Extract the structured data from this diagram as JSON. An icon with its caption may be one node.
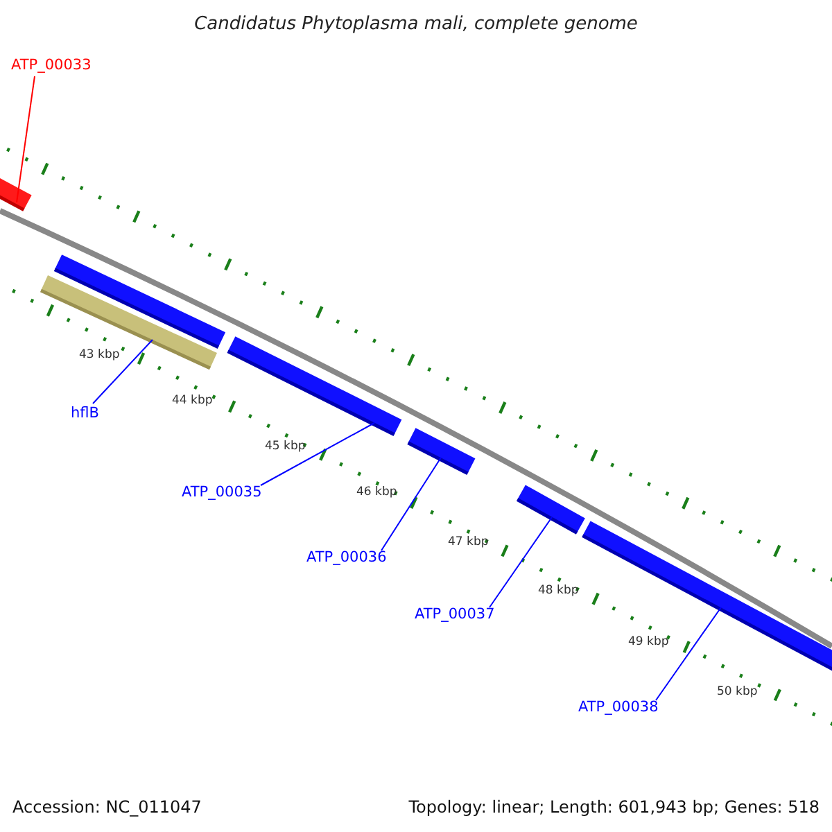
{
  "diagram": {
    "title": "Candidatus Phytoplasma mali, complete genome",
    "nodes": [
      {
        "text": [
          "ATP_00033"
        ]
      },
      {
        "text": [
          "hflB"
        ]
      },
      {
        "text": [
          "ATP_00035"
        ]
      },
      {
        "text": [
          "ATP_00036"
        ]
      },
      {
        "text": [
          "ATP_00037"
        ]
      },
      {
        "text": [
          "ATP_00038"
        ]
      },
      {
        "text": [],
        "shape": "bar"
      },
      {
        "text": [],
        "shape": "bar"
      },
      {
        "text": [],
        "shape": "bar"
      },
      {
        "text": [],
        "shape": "bar"
      },
      {
        "text": [],
        "shape": "bar"
      },
      {
        "text": [],
        "shape": "bar"
      },
      {
        "text": [],
        "shape": "bar"
      }
    ],
    "edges": [
      {
        "from": 0,
        "to": 6,
        "arrow": "none",
        "color": "#ff0000"
      },
      {
        "from": 1,
        "to": 8,
        "arrow": "none"
      },
      {
        "from": 2,
        "to": 9,
        "arrow": "none"
      },
      {
        "from": 3,
        "to": 10,
        "arrow": "none"
      },
      {
        "from": 4,
        "to": 11,
        "arrow": "none"
      },
      {
        "from": 5,
        "to": 12,
        "arrow": "none"
      }
    ],
    "labels": [
      "43 kbp",
      "44 kbp",
      "45 kbp",
      "46 kbp",
      "47 kbp",
      "48 kbp",
      "49 kbp",
      "50 kbp",
      "Accession: NC_011047",
      "Topology: linear; Length: 601,943 bp; Genes: 518"
    ]
  }
}
